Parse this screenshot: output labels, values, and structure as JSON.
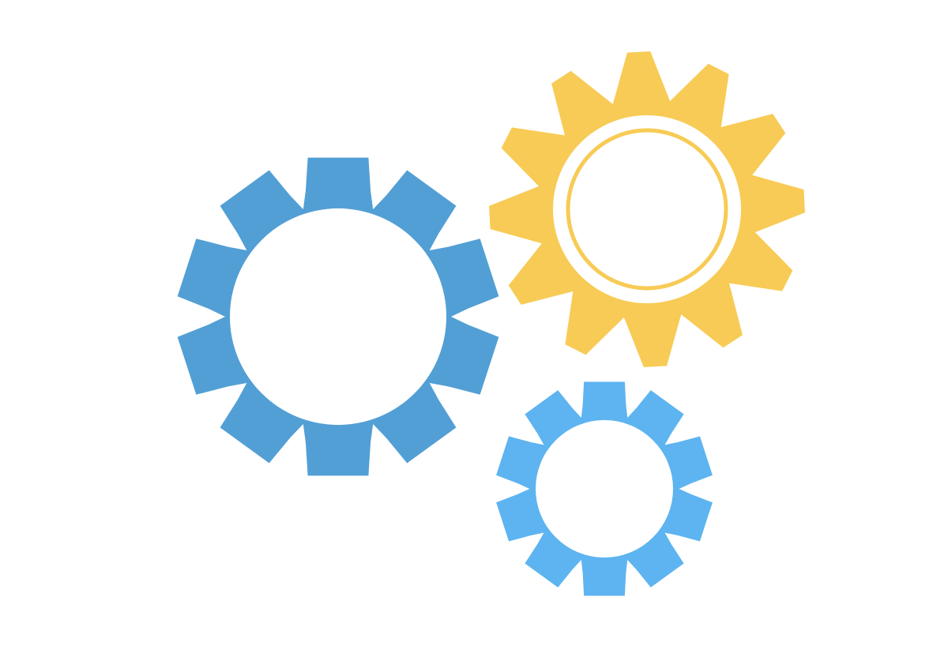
{
  "illustration": {
    "icon_name": "gears-icon",
    "background_color": "#ffffff",
    "gears": [
      {
        "name": "large-blue-gear-icon",
        "color": "#529fd5",
        "teeth": 10,
        "style": "rounded-teeth"
      },
      {
        "name": "yellow-gear-icon",
        "color": "#f7cb55",
        "teeth": 12,
        "style": "pointed-teeth-with-inner-ring"
      },
      {
        "name": "small-light-blue-gear-icon",
        "color": "#5db4f0",
        "teeth": 10,
        "style": "rounded-teeth"
      }
    ]
  }
}
